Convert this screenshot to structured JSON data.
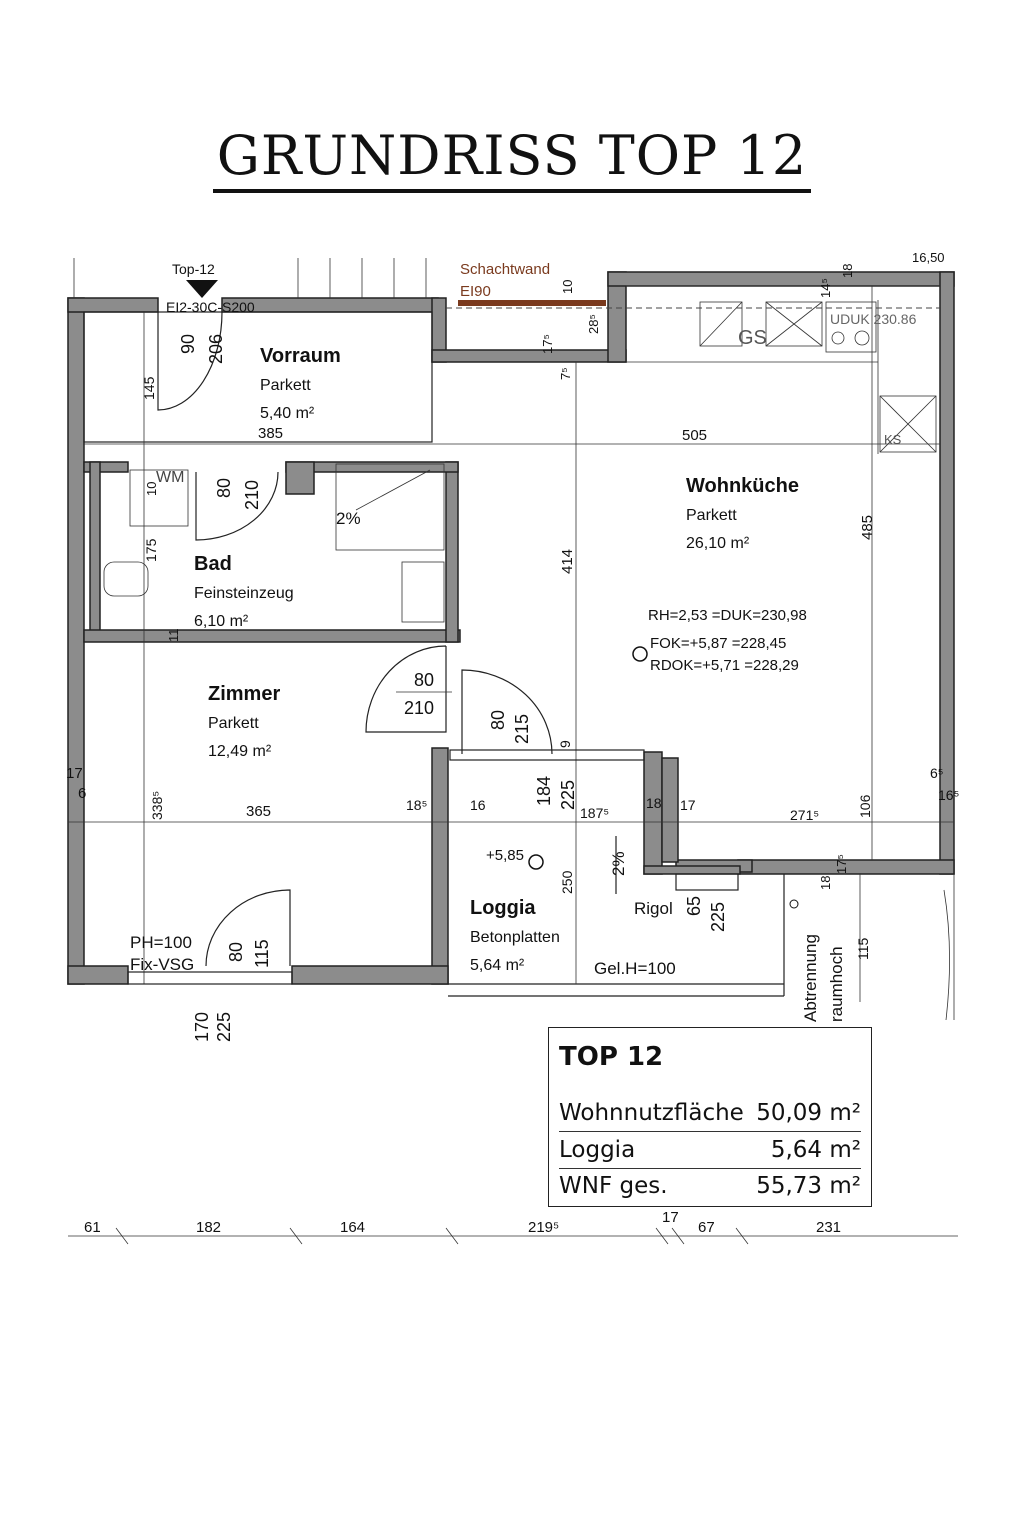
{
  "title": "GRUNDRISS TOP 12",
  "top_label": "Top-12",
  "door_spec": "EI2-30C-S200",
  "shaft": {
    "label": "Schachtwand",
    "rating": "EI90"
  },
  "rooms": [
    {
      "name": "Vorraum",
      "floor": "Parkett",
      "area": "5,40 m²"
    },
    {
      "name": "Bad",
      "floor": "Feinsteinzeug",
      "area": "6,10 m²"
    },
    {
      "name": "Zimmer",
      "floor": "Parkett",
      "area": "12,49 m²"
    },
    {
      "name": "Wohnküche",
      "floor": "Parkett",
      "area": "26,10 m²"
    },
    {
      "name": "Loggia",
      "floor": "Betonplatten",
      "area": "5,64 m²"
    }
  ],
  "levels": {
    "rh": "RH=2,53 =DUK=230,98",
    "fok": "FOK=+5,87 =228,45",
    "rdok": "RDOK=+5,71 =228,29",
    "loggia": "+5,85"
  },
  "fixtures": {
    "gs": "GS",
    "uduk": "UDUK 230.86",
    "ks": "KS",
    "wm": "WM",
    "rigol": "Rigol",
    "gelander": "Gel.H=100",
    "ph": "PH=100",
    "fixvsg": "Fix-VSG",
    "abtrennung": "Abtrennung",
    "raumhoch": "raumhoch",
    "slope1": "2%",
    "slope2": "2%"
  },
  "dims": {
    "d385": "385",
    "d505": "505",
    "d414": "414",
    "d485": "485",
    "d145": "145",
    "d175": "175",
    "d10": "10",
    "d11": "11",
    "d3385": "338⁵",
    "d365": "365",
    "d185": "18⁵",
    "d16": "16",
    "d1875": "187⁵",
    "d18a": "18",
    "d17": "17",
    "d2715": "271⁵",
    "d106": "106",
    "d17b": "17",
    "d6": "6",
    "d65": "6⁵",
    "d16b": "16⁵",
    "d250": "250",
    "d115": "115",
    "d175b": "17⁵",
    "d18b": "18",
    "d75": "7⁵",
    "d175c": "17⁵",
    "d285": "28⁵",
    "d10b": "10",
    "d145b": "14⁵",
    "d18c": "18",
    "d1650": "16,50",
    "door_vor": [
      "90",
      "206"
    ],
    "door_bad": [
      "80",
      "210"
    ],
    "door_zim": [
      "80",
      "210"
    ],
    "door_log": [
      "80",
      "215"
    ],
    "door_log_9": "9",
    "win_log": [
      "184",
      "225"
    ],
    "win_rigol": [
      "65",
      "225"
    ],
    "win_zim": [
      "80",
      "115"
    ],
    "win_zim_below": [
      "170",
      "225"
    ],
    "bottom": [
      "61",
      "182",
      "164",
      "219⁵",
      "17",
      "67",
      "231"
    ]
  },
  "summary": {
    "title": "TOP 12",
    "rows": [
      {
        "label": "Wohnnutzfläche",
        "value": "50,09 m²"
      },
      {
        "label": "Loggia",
        "value": "5,64 m²"
      },
      {
        "label": "WNF ges.",
        "value": "55,73 m²"
      }
    ]
  }
}
